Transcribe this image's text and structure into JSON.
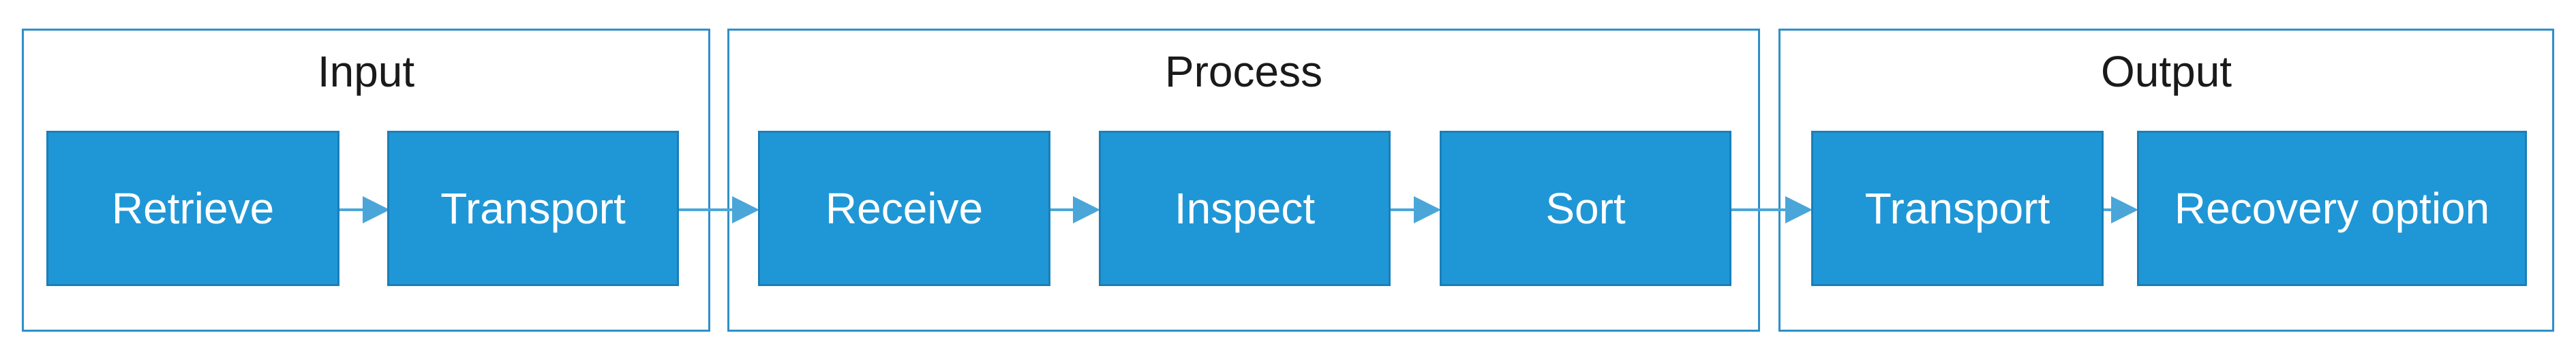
{
  "colors": {
    "box_fill": "#1f97d6",
    "box_border": "#1a7fb8",
    "group_border": "#2f8fcb",
    "arrow": "#4aa6d9",
    "title_text": "#1a1a1a",
    "box_text": "#ffffff"
  },
  "groups": [
    {
      "title": "Input"
    },
    {
      "title": "Process"
    },
    {
      "title": "Output"
    }
  ],
  "steps": [
    {
      "label": "Retrieve"
    },
    {
      "label": "Transport"
    },
    {
      "label": "Receive"
    },
    {
      "label": "Inspect"
    },
    {
      "label": "Sort"
    },
    {
      "label": "Transport"
    },
    {
      "label": "Recovery option"
    }
  ]
}
